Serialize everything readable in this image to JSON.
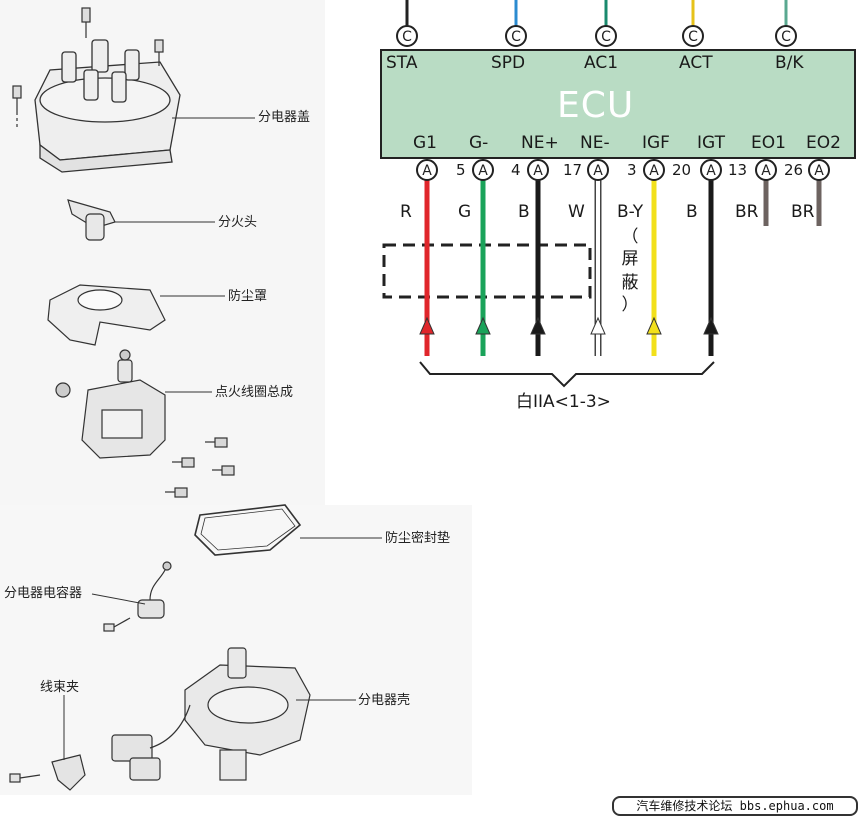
{
  "parts": {
    "cap": "分电器盖",
    "rotor": "分火头",
    "dust_cover": "防尘罩",
    "coil": "点火线圈总成",
    "seal": "防尘密封垫",
    "condenser": "分电器电容器",
    "clamp": "线束夹",
    "housing": "分电器壳"
  },
  "ecu": {
    "title": "ECU",
    "top_pins": [
      "STA",
      "SPD",
      "AC1",
      "ACT",
      "B/K"
    ],
    "bottom_pins": [
      "G1",
      "G-",
      "NE+",
      "NE-",
      "IGF",
      "IGT",
      "EO1",
      "EO2"
    ],
    "pin_numbers": [
      "5",
      "4",
      "17",
      "3",
      "20",
      "13",
      "26"
    ],
    "wire_colors": [
      "R",
      "G",
      "B",
      "W",
      "B-Y",
      "B",
      "BR",
      "BR"
    ],
    "terminal_mark": "A",
    "top_terminal_mark": "C",
    "shield_label": [
      "（",
      "屏",
      "蔽",
      "）"
    ],
    "connector": "白IIA<1-3>",
    "colors": {
      "ecu_fill": "#b9dcc4",
      "red": "#e0262b",
      "green": "#1aa35a",
      "black": "#1a1a1a",
      "white": "#ffffff",
      "yellow": "#f2e01b",
      "brown": "#6d6360"
    }
  },
  "footer": "汽车维修技术论坛 bbs.ephua.com"
}
